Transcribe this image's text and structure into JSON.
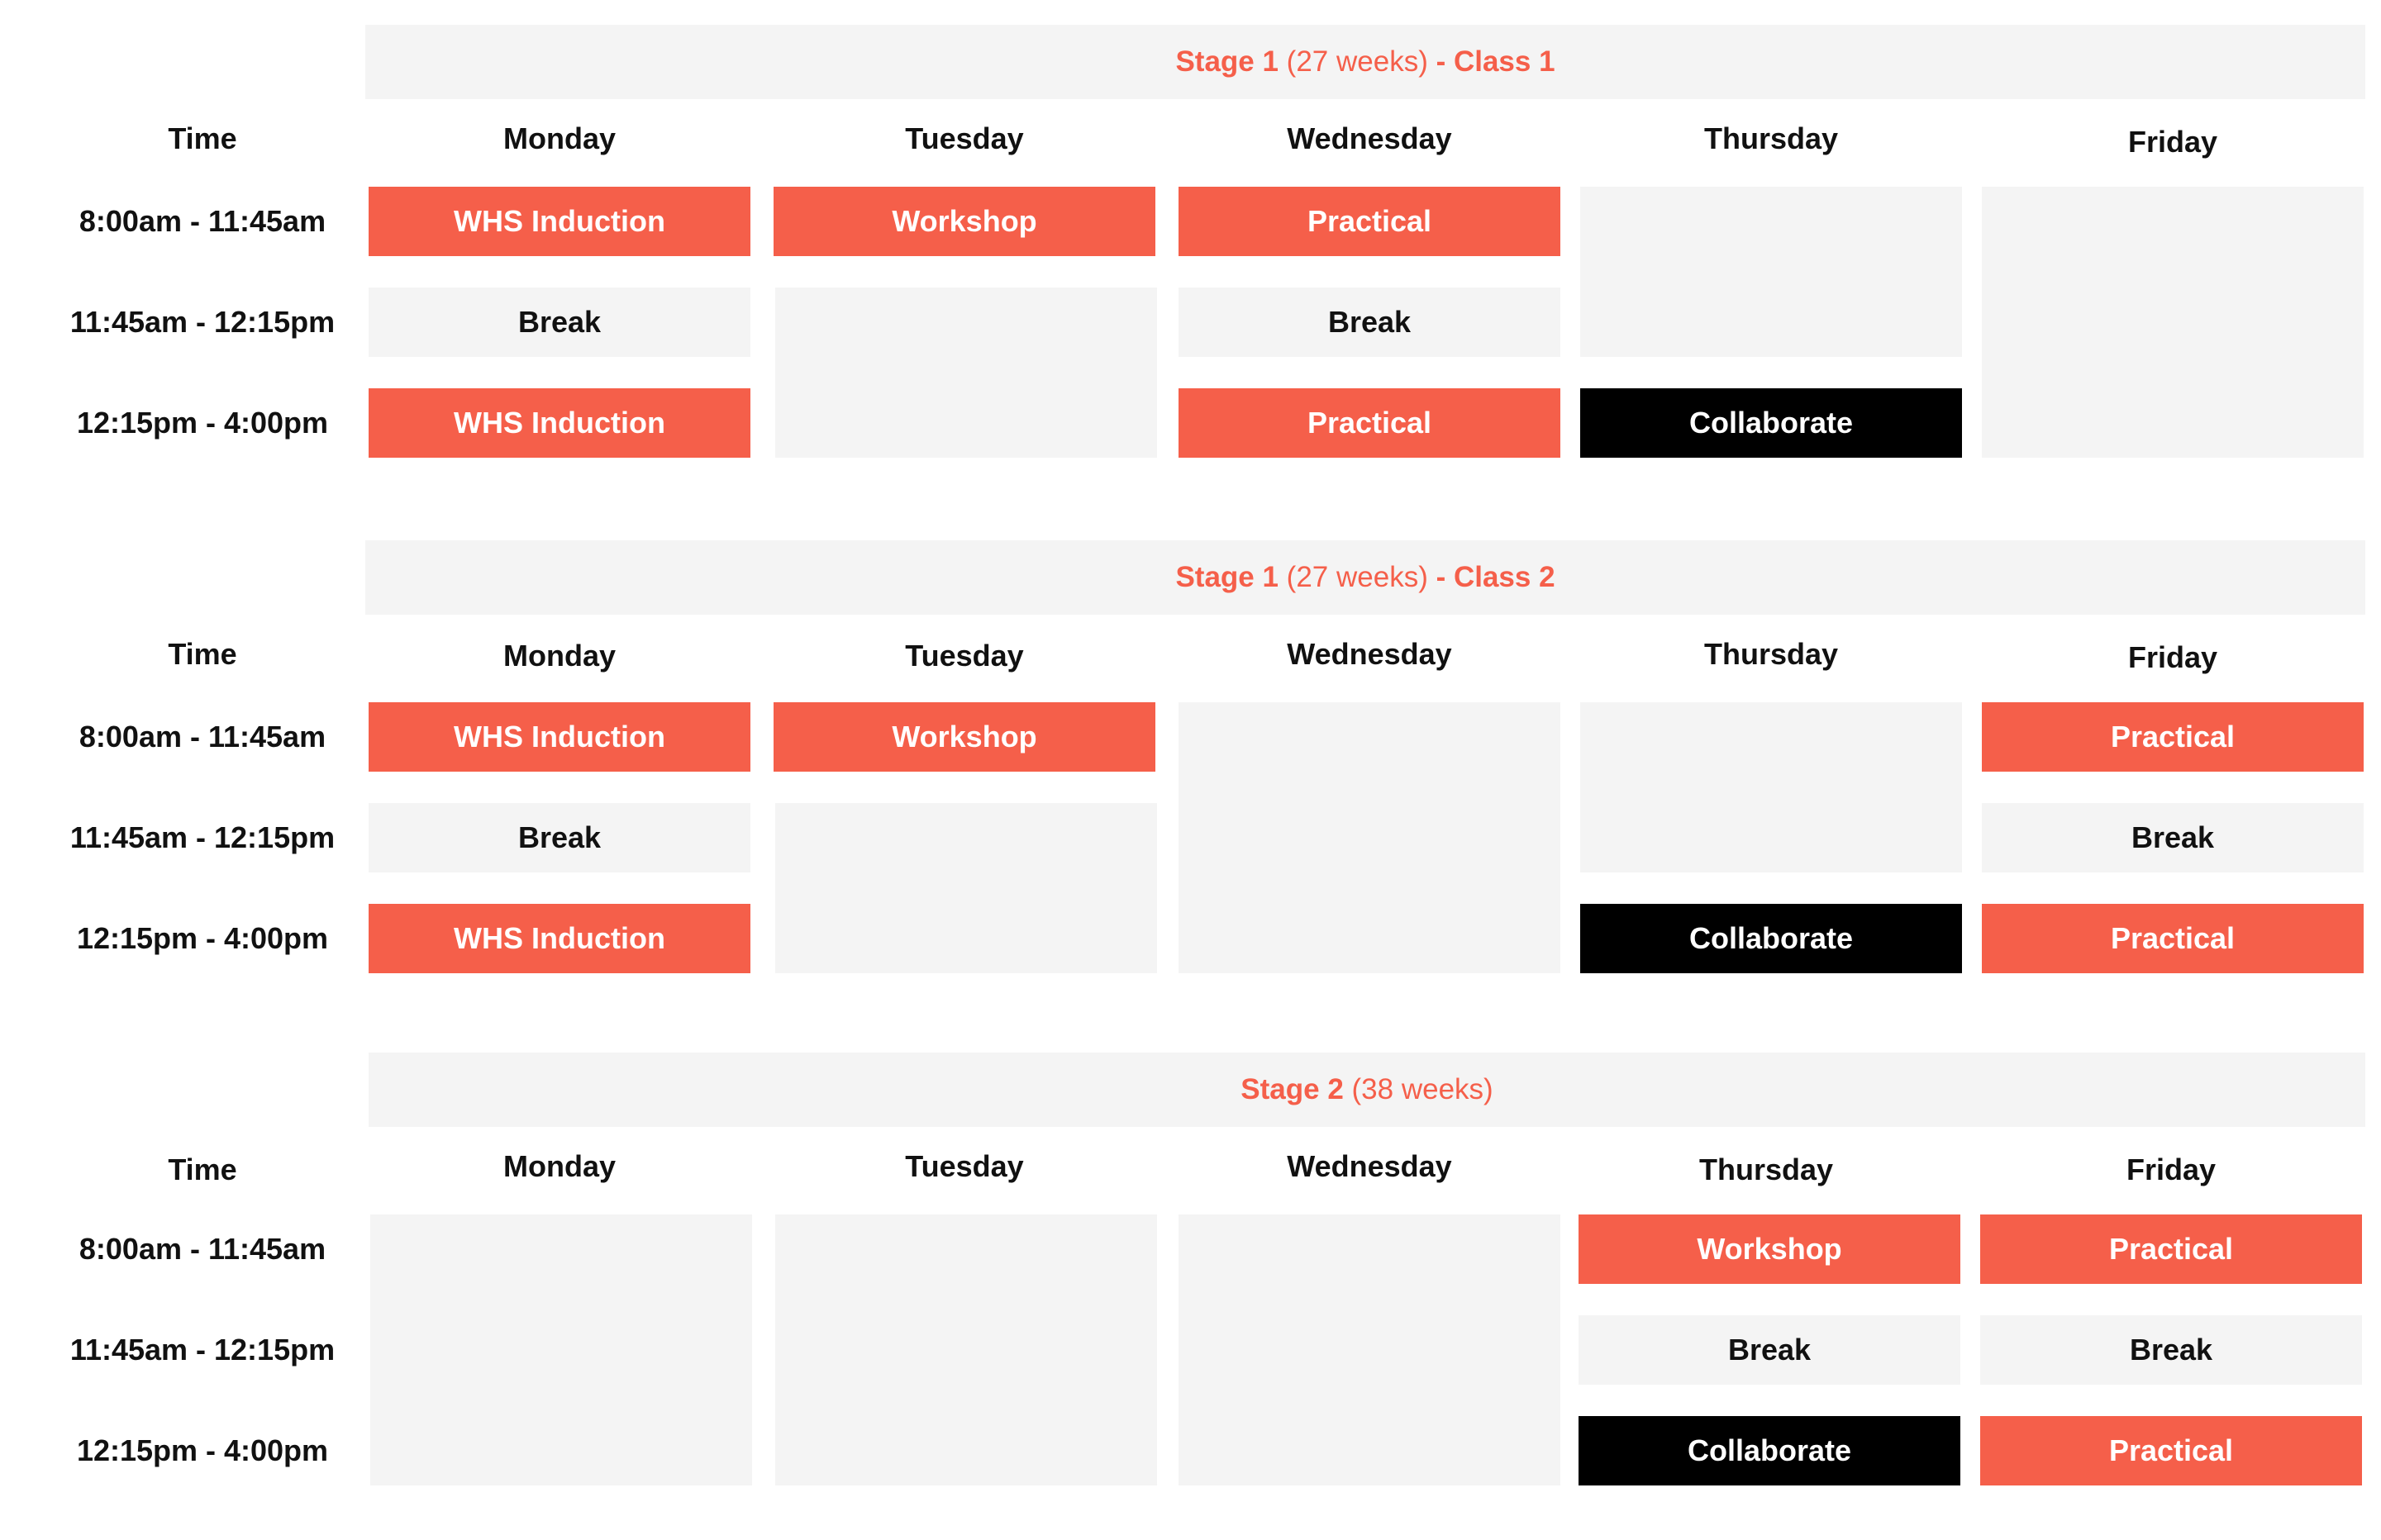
{
  "sections": [
    {
      "banner": {
        "stage": "Stage 1",
        "duration": "(27 weeks)",
        "sep": "-",
        "class_name": "Class 1"
      },
      "headers": {
        "time": "Time",
        "days": [
          "Monday",
          "Tuesday",
          "Wednesday",
          "Thursday",
          "Friday"
        ]
      },
      "time_slots": [
        "8:00am - 11:45am",
        "11:45am - 12:15pm",
        "12:15pm - 4:00pm"
      ],
      "cells": {
        "mon_am": "WHS Induction",
        "mon_break": "Break",
        "mon_pm": "WHS Induction",
        "tue_am": "Workshop",
        "wed_am": "Practical",
        "wed_break": "Break",
        "wed_pm": "Practical",
        "thu_pm": "Collaborate"
      }
    },
    {
      "banner": {
        "stage": "Stage 1",
        "duration": "(27 weeks)",
        "sep": "-",
        "class_name": "Class 2"
      },
      "headers": {
        "time": "Time",
        "days": [
          "Monday",
          "Tuesday",
          "Wednesday",
          "Thursday",
          "Friday"
        ]
      },
      "time_slots": [
        "8:00am - 11:45am",
        "11:45am - 12:15pm",
        "12:15pm - 4:00pm"
      ],
      "cells": {
        "mon_am": "WHS Induction",
        "mon_break": "Break",
        "mon_pm": "WHS Induction",
        "tue_am": "Workshop",
        "thu_pm": "Collaborate",
        "fri_am": "Practical",
        "fri_break": "Break",
        "fri_pm": "Practical"
      }
    },
    {
      "banner": {
        "stage": "Stage 2",
        "duration": "(38 weeks)"
      },
      "headers": {
        "time": "Time",
        "days": [
          "Monday",
          "Tuesday",
          "Wednesday",
          "Thursday",
          "Friday"
        ]
      },
      "time_slots": [
        "8:00am - 11:45am",
        "11:45am - 12:15pm",
        "12:15pm - 4:00pm"
      ],
      "cells": {
        "thu_am": "Workshop",
        "thu_break": "Break",
        "thu_pm": "Collaborate",
        "fri_am": "Practical",
        "fri_break": "Break",
        "fri_pm": "Practical"
      }
    }
  ],
  "colors": {
    "accent": "#f55f4a",
    "collaborate": "#000000",
    "empty": "#f4f4f4",
    "text": "#111111"
  }
}
